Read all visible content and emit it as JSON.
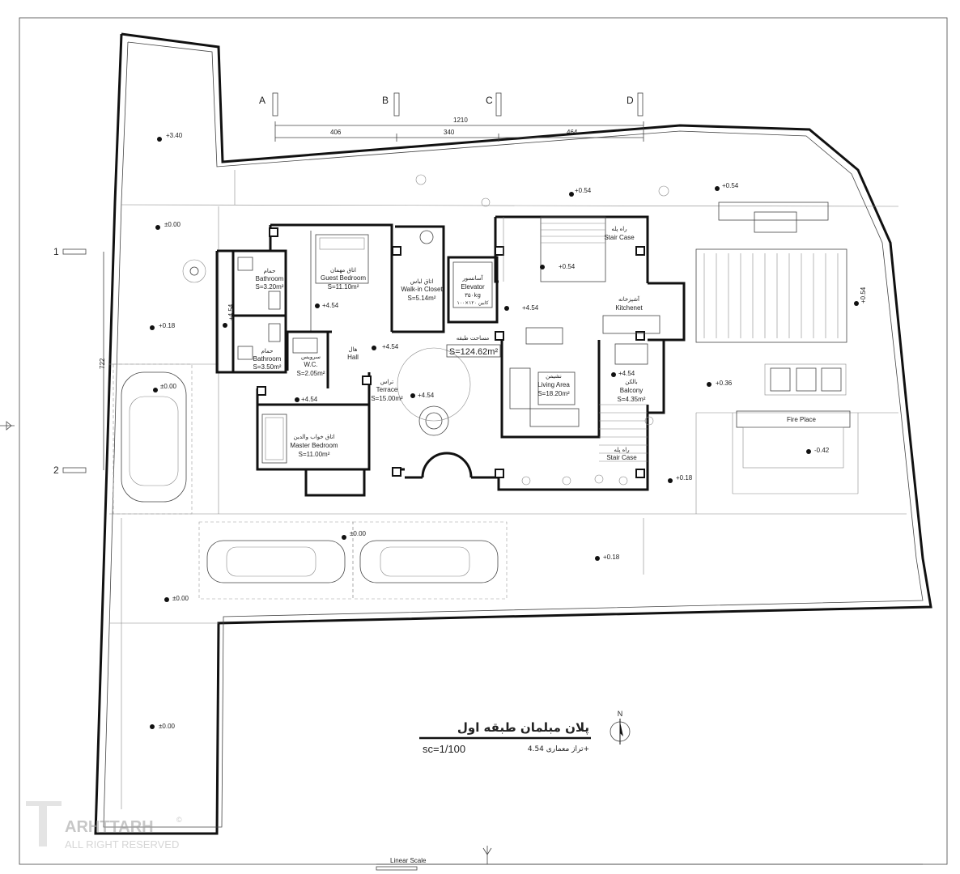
{
  "axes": {
    "cols": [
      "A",
      "B",
      "C",
      "D"
    ],
    "rows": [
      "1",
      "2"
    ]
  },
  "dims": {
    "total": "1210",
    "d1": "406",
    "d2": "340",
    "d3": "464",
    "vertical": "722"
  },
  "levels": {
    "l340": "+3.40",
    "l054a": "+0.54",
    "l054b": "+0.54",
    "l054c": "+0.54",
    "l054d": "+0.54",
    "l000a": "±0.00",
    "l000b": "±0.00",
    "l000c": "±0.00",
    "l000d": "±0.00",
    "l000e": "±0.00",
    "l018a": "+0.18",
    "l018b": "+0.18",
    "l018c": "+0.18",
    "l036": "+0.36",
    "l042": "-0.42",
    "l454a": "+4.54",
    "l454b": "+4.54",
    "l454c": "+4.54",
    "l454d": "+4.54",
    "l454e": "+4.54",
    "l454f": "+4.54",
    "l454g": "+4.54"
  },
  "rooms": {
    "bath1_fa": "حمام",
    "bath1_en": "Bathroom",
    "bath1_s": "S=3.20m²",
    "guest_fa": "اتاق مهمان",
    "guest_en": "Guest Bedroom",
    "guest_s": "S=11.10m²",
    "closet_fa": "اتاق لباس",
    "closet_en": "Walk-in Closet",
    "closet_s": "S=5.14m²",
    "elev_fa": "آسانسور",
    "elev_en": "Elevator",
    "elev_kg": "۳۵۰kg",
    "elev_cab": "کابین ۱۲۰×۱۰۰",
    "stair1_fa": "راه پله",
    "stair1_en": "Stair Case",
    "kitchen_fa": "آشپزخانه",
    "kitchen_en": "Kitchenet",
    "bath2_fa": "حمام",
    "bath2_en": "Bathroom",
    "bath2_s": "S=3.50m²",
    "wc_fa": "سرویس",
    "wc_en": "W.C.",
    "wc_s": "S=2.05m²",
    "hall_fa": "هال",
    "hall_en": "Hall",
    "area_fa": "مساحت طبقه",
    "area_s": "S=124.62m²",
    "terrace_fa": "تراس",
    "terrace_en": "Terrace",
    "terrace_s": "S=15.00m²",
    "living_fa": "نشیمن",
    "living_en": "Living Area",
    "living_s": "S=18.20m²",
    "balcony_fa": "بالکن",
    "balcony_en": "Balcony",
    "balcony_s": "S=4.35m²",
    "master_fa": "اتاق خواب والدین",
    "master_en": "Master Bedroom",
    "master_s": "S=11.00m²",
    "stair2_fa": "راه پله",
    "stair2_en": "Stair Case",
    "fireplace": "Fire Place"
  },
  "title": {
    "main": "پلان مبلمان طبقه اول",
    "scale": "sc=1/100",
    "level": "تراز معماری 4.54+",
    "north": "N"
  },
  "footer": {
    "linear_scale": "Linear Scale"
  },
  "watermark": {
    "brand": "ARHTTARH",
    "rights": "ALL RIGHT RESERVED",
    "copy": "©"
  }
}
